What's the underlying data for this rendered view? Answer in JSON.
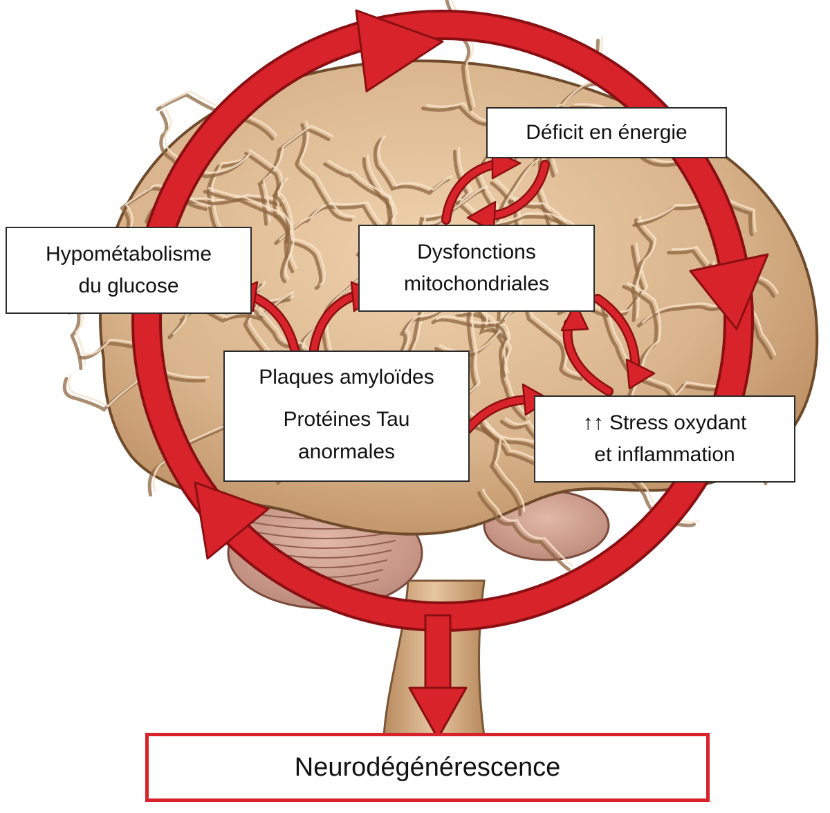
{
  "colors": {
    "arrow_red": "#d8232a",
    "arrow_outline": "#8a0f12",
    "brain_fill": "#d9b48c",
    "brain_shade": "#b8875a",
    "brain_highlight": "#f3dcc0",
    "cerebellum": "#c89a88",
    "box_border": "#2b2b2b",
    "outcome_border": "#d8232a"
  },
  "illustration": {
    "subject": "brain-lateral-view",
    "cycle_direction": "clockwise"
  },
  "boxes": {
    "hypometabolism": {
      "line1": "Hypométabolisme",
      "line2": "du glucose"
    },
    "dysfunction": {
      "line1": "Dysfonctions",
      "line2": "mitochondriales"
    },
    "energy_deficit": {
      "text": "Déficit en énergie"
    },
    "plaques": {
      "line1": "Plaques amyloïdes",
      "line2": "Protéines Tau",
      "line3": "anormales"
    },
    "stress": {
      "line1": "↑↑ Stress oxydant",
      "line2": "et inflammation"
    },
    "outcome": {
      "text": "Neurodégénérescence"
    }
  }
}
